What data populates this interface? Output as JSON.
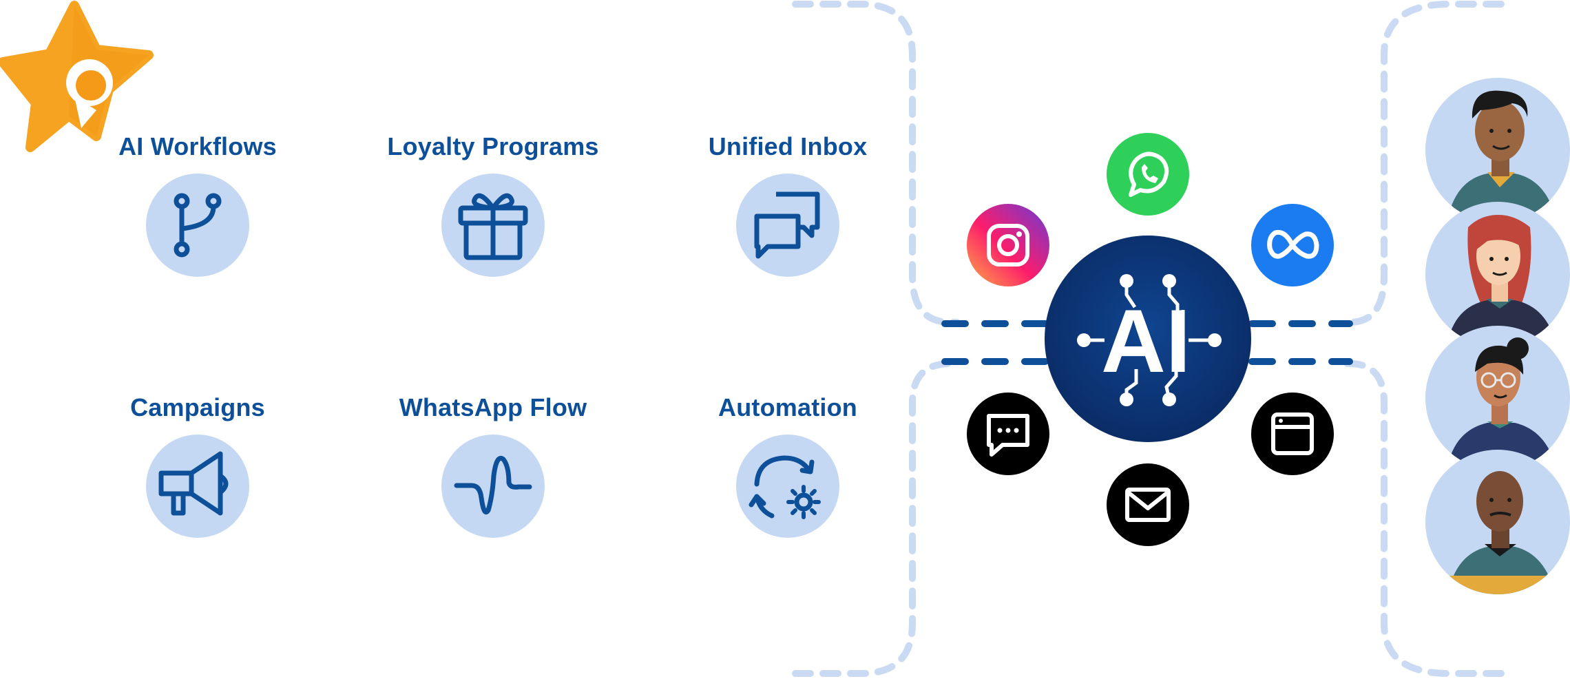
{
  "features": [
    {
      "label": "AI Workflows",
      "icon": "workflow-branch-icon"
    },
    {
      "label": "Loyalty Programs",
      "icon": "gift-icon"
    },
    {
      "label": "Unified Inbox",
      "icon": "chat-bubbles-icon"
    },
    {
      "label": "Campaigns",
      "icon": "megaphone-icon"
    },
    {
      "label": "WhatsApp Flow",
      "icon": "wave-flow-icon"
    },
    {
      "label": "Automation",
      "icon": "refresh-gear-icon"
    }
  ],
  "hub": {
    "label": "AI"
  },
  "channels": [
    "whatsapp-icon",
    "instagram-icon",
    "meta-icon",
    "sms-chat-icon",
    "webchat-window-icon",
    "email-icon"
  ],
  "customers": [
    "avatar-man-beard",
    "avatar-woman-red-hair",
    "avatar-woman-glasses",
    "avatar-man-bald"
  ],
  "colors": {
    "brand_blue": "#0d4f98",
    "circle_fill": "#c5d8f3",
    "dash_light": "#c9daf2",
    "hub_dark": "#0a2f6b",
    "whatsapp_green": "#2fd05a",
    "meta_blue": "#1b7cf2",
    "star_orange": "#f6a321"
  }
}
